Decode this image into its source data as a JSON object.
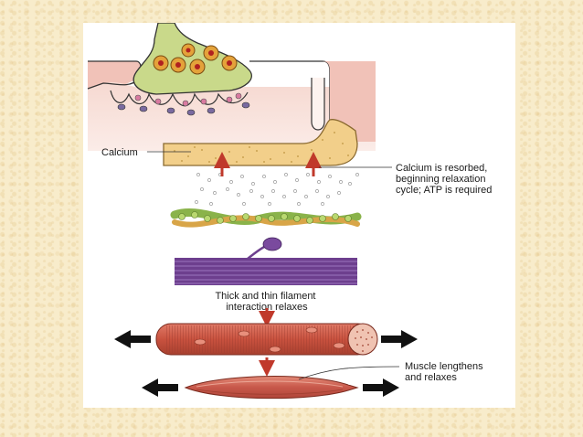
{
  "labels": {
    "calcium": "Calcium",
    "resorbed": [
      "Calcium is resorbed,",
      "beginning relaxation",
      "cycle; ATP is required"
    ],
    "filament": [
      "Thick and thin filament",
      "interaction relaxes"
    ],
    "muscle": [
      "Muscle lengthens",
      "and relaxes"
    ]
  },
  "colors": {
    "panel": "#ffffff",
    "terminal_fill": "#c9d98a",
    "sarcolemma_pink": "#f3c9c0",
    "reticulum_fill": "#f2cf8a",
    "calcium_arrow": "#c0392b",
    "thick_filament": "#6d3f8e",
    "fiber": "#c95a4a",
    "black_arrow": "#111111"
  }
}
